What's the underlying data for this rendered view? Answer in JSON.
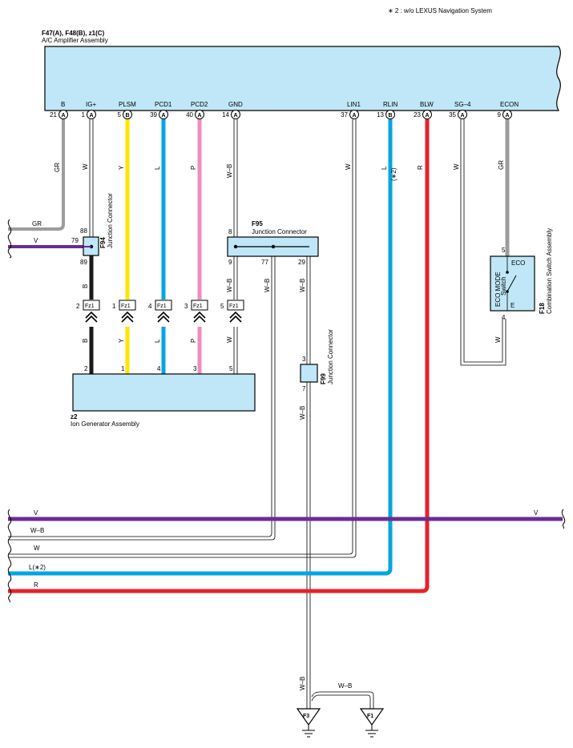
{
  "note": "∗ 2 : w/o LEXUS Navigation System",
  "amplifier": {
    "id": "F47(A), F48(B), z1(C)",
    "name": "A/C Amplifier Assembly",
    "terminals": [
      {
        "name": "B",
        "pin": "21",
        "conn": "A",
        "wire": "GR"
      },
      {
        "name": "IG+",
        "pin": "1",
        "conn": "A",
        "wire": "W"
      },
      {
        "name": "PLSM",
        "pin": "5",
        "conn": "B",
        "wire": "Y"
      },
      {
        "name": "PCD1",
        "pin": "39",
        "conn": "A",
        "wire": "L"
      },
      {
        "name": "PCD2",
        "pin": "40",
        "conn": "A",
        "wire": "P"
      },
      {
        "name": "GND",
        "pin": "14",
        "conn": "A",
        "wire": "W–B"
      },
      {
        "name": "LIN1",
        "pin": "37",
        "conn": "A",
        "wire": "W"
      },
      {
        "name": "RLIN",
        "pin": "13",
        "conn": "B",
        "wire": "L",
        "note": "(∗2)"
      },
      {
        "name": "BLW",
        "pin": "23",
        "conn": "A",
        "wire": "R"
      },
      {
        "name": "SG–4",
        "pin": "35",
        "conn": "A",
        "wire": "W"
      },
      {
        "name": "ECON",
        "pin": "9",
        "conn": "A",
        "wire": "GR"
      }
    ]
  },
  "f94": {
    "id": "F94",
    "name": "Junction Connector",
    "pins": [
      "88",
      "79",
      "89"
    ]
  },
  "f95": {
    "id": "F95",
    "name": "Junction Connector",
    "pins": [
      "8",
      "9",
      "77",
      "29"
    ]
  },
  "f99": {
    "id": "F99",
    "name": "Junction Connector",
    "pins": [
      "3",
      "7"
    ]
  },
  "f18": {
    "id": "F18",
    "name": "Combination Switch Assembly",
    "switch_label": "ECO MODE",
    "switch_sub": "Switch",
    "eco": "ECO",
    "e": "E",
    "pins": [
      "5",
      "4"
    ]
  },
  "ion_gen": {
    "id": "z2",
    "name": "Ion Generator Assembly"
  },
  "fz1_connectors": [
    {
      "label": "Fz1",
      "pin": "2",
      "wire": "B",
      "lower_pin": "2"
    },
    {
      "label": "Fz1",
      "pin": "1",
      "wire": "Y",
      "lower_pin": "1"
    },
    {
      "label": "Fz1",
      "pin": "4",
      "wire": "L",
      "lower_pin": "4"
    },
    {
      "label": "Fz1",
      "pin": "3",
      "wire": "P",
      "lower_pin": "3"
    },
    {
      "label": "Fz1",
      "pin": "5",
      "wire": "W",
      "lower_pin": "5"
    }
  ],
  "left_wires": {
    "gr": "GR",
    "v": "V",
    "b": "B"
  },
  "f95_wires": {
    "wb9": "W–B",
    "wb77": "W–B",
    "wb29": "W–B"
  },
  "buses": [
    {
      "label": "V",
      "color": "#6a2d91",
      "right_label": "V"
    },
    {
      "label": "W–B",
      "color": "#ffffff"
    },
    {
      "label": "W",
      "color": "#ffffff"
    },
    {
      "label": "L(∗2)",
      "color": "#00a6e2"
    },
    {
      "label": "R",
      "color": "#e8202a"
    }
  ],
  "f99_out_wire": "W–B",
  "ground_wires": {
    "left": "W–B",
    "right": "W–B"
  },
  "grounds": [
    "F3",
    "F1"
  ],
  "colors": {
    "GR": "#9c9c9c",
    "V": "#6a2d91",
    "Y": "#ffe600",
    "L": "#00a6e2",
    "P": "#f08cc0",
    "R": "#e8202a",
    "B": "#1a1a1a",
    "box": "#bfe7f7"
  }
}
